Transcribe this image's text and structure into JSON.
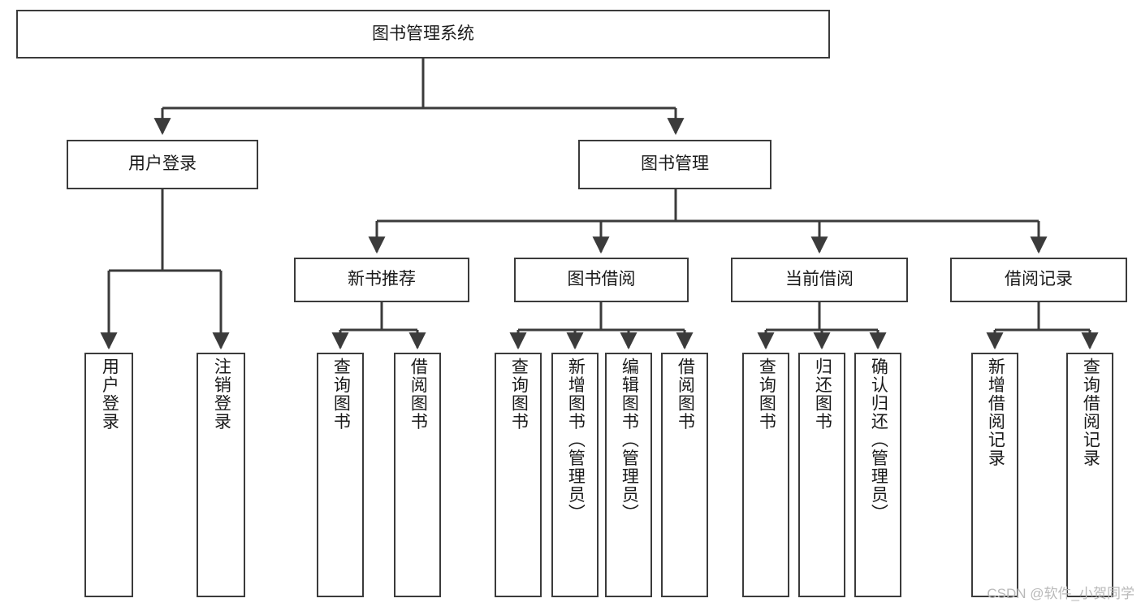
{
  "diagram": {
    "type": "tree-hierarchy-diagram",
    "title": "图书管理系统",
    "orientation": "top-down",
    "line_color": "#3b3b3b",
    "box_fill": "#ffffff",
    "text_color": "#1a1a1a"
  },
  "watermark": {
    "text": "CSDN @软件_小贺同学",
    "color": "#b9b9b9"
  },
  "nodes": {
    "root": {
      "label": "图书管理系统"
    },
    "level2": [
      {
        "label": "用户登录"
      },
      {
        "label": "图书管理"
      }
    ],
    "level3": [
      {
        "label": "新书推荐"
      },
      {
        "label": "图书借阅"
      },
      {
        "label": "当前借阅"
      },
      {
        "label": "借阅记录"
      }
    ],
    "leaves_user_login": [
      {
        "label": "用户登录"
      },
      {
        "label": "注销登录"
      }
    ],
    "leaves_new_book": [
      {
        "label": "查询图书"
      },
      {
        "label": "借阅图书"
      }
    ],
    "leaves_borrow": [
      {
        "label": "查询图书"
      },
      {
        "label": "新增图书（管理员）"
      },
      {
        "label": "编辑图书（管理员）"
      },
      {
        "label": "借阅图书"
      }
    ],
    "leaves_current": [
      {
        "label": "查询图书"
      },
      {
        "label": "归还图书"
      },
      {
        "label": "确认归还（管理员）"
      }
    ],
    "leaves_records": [
      {
        "label": "新增借阅记录"
      },
      {
        "label": "查询借阅记录"
      }
    ]
  }
}
